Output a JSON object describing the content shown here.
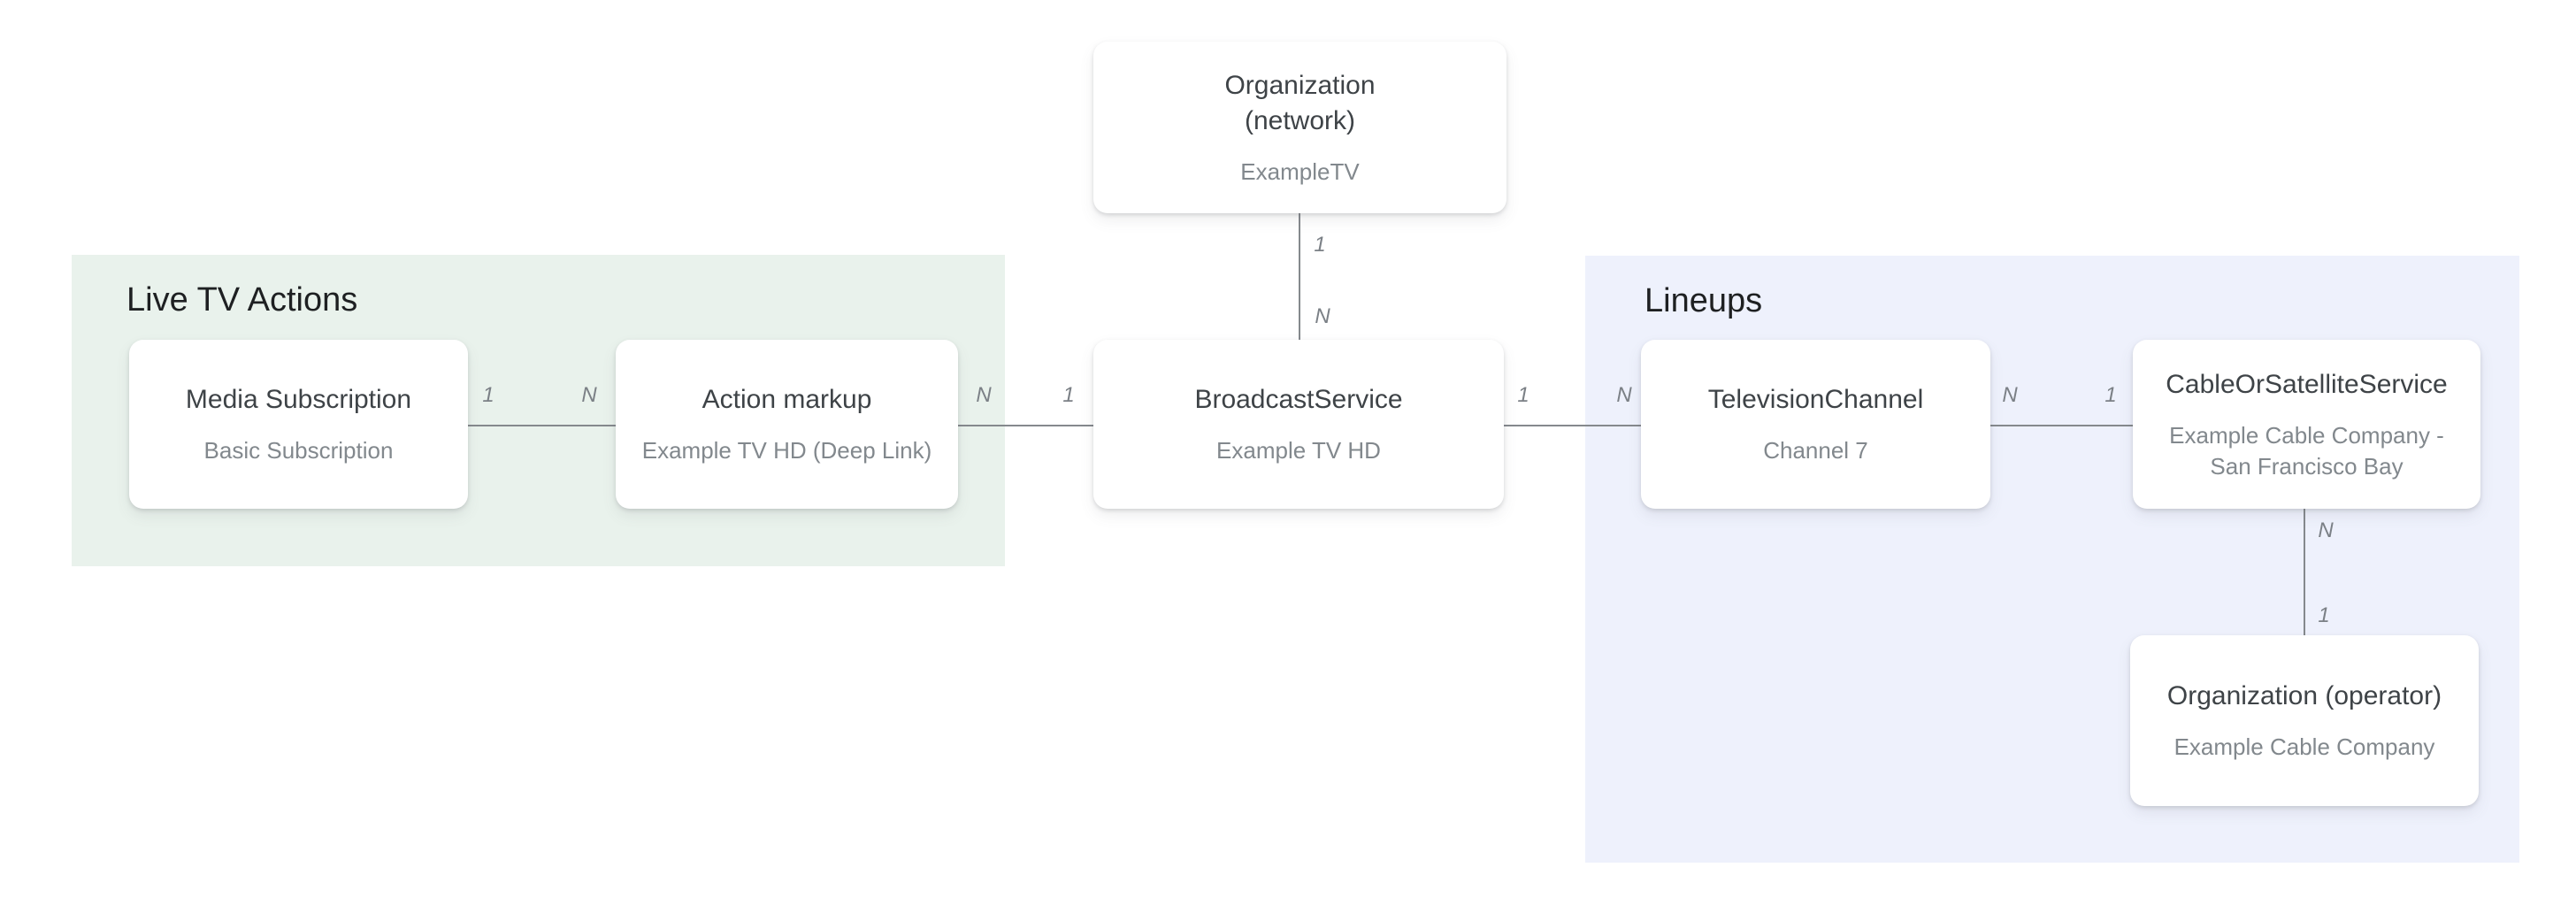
{
  "diagram": {
    "description": "Entity relationship diagram for TV media structured data",
    "regions": {
      "live_tv_actions": {
        "label": "Live TV Actions",
        "background": "#e9f2ec"
      },
      "lineups": {
        "label": "Lineups",
        "background": "#eef1fc"
      }
    },
    "nodes": {
      "org_network": {
        "title_line1": "Organization",
        "title_line2": "(network)",
        "subtitle": "ExampleTV"
      },
      "media_subscription": {
        "title": "Media Subscription",
        "subtitle": "Basic Subscription"
      },
      "action_markup": {
        "title": "Action markup",
        "subtitle": "Example TV HD (Deep Link)"
      },
      "broadcast_service": {
        "title": "BroadcastService",
        "subtitle": "Example TV HD"
      },
      "television_channel": {
        "title": "TelevisionChannel",
        "subtitle": "Channel 7"
      },
      "cable_or_satellite_service": {
        "title": "CableOrSatelliteService",
        "subtitle_line1": "Example Cable Company -",
        "subtitle_line2": "San Francisco Bay"
      },
      "org_operator": {
        "title": "Organization (operator)",
        "subtitle": "Example Cable Company"
      }
    },
    "edges": {
      "media_to_action": {
        "from_card": "1",
        "to_card": "N"
      },
      "action_to_broadcast": {
        "from_card": "N",
        "to_card": "1"
      },
      "broadcast_to_channel": {
        "from_card": "1",
        "to_card": "N"
      },
      "channel_to_cable": {
        "from_card": "N",
        "to_card": "1"
      },
      "network_to_broadcast": {
        "from_card": "1",
        "to_card": "N"
      },
      "cable_to_operator": {
        "from_card": "N",
        "to_card": "1"
      }
    }
  }
}
